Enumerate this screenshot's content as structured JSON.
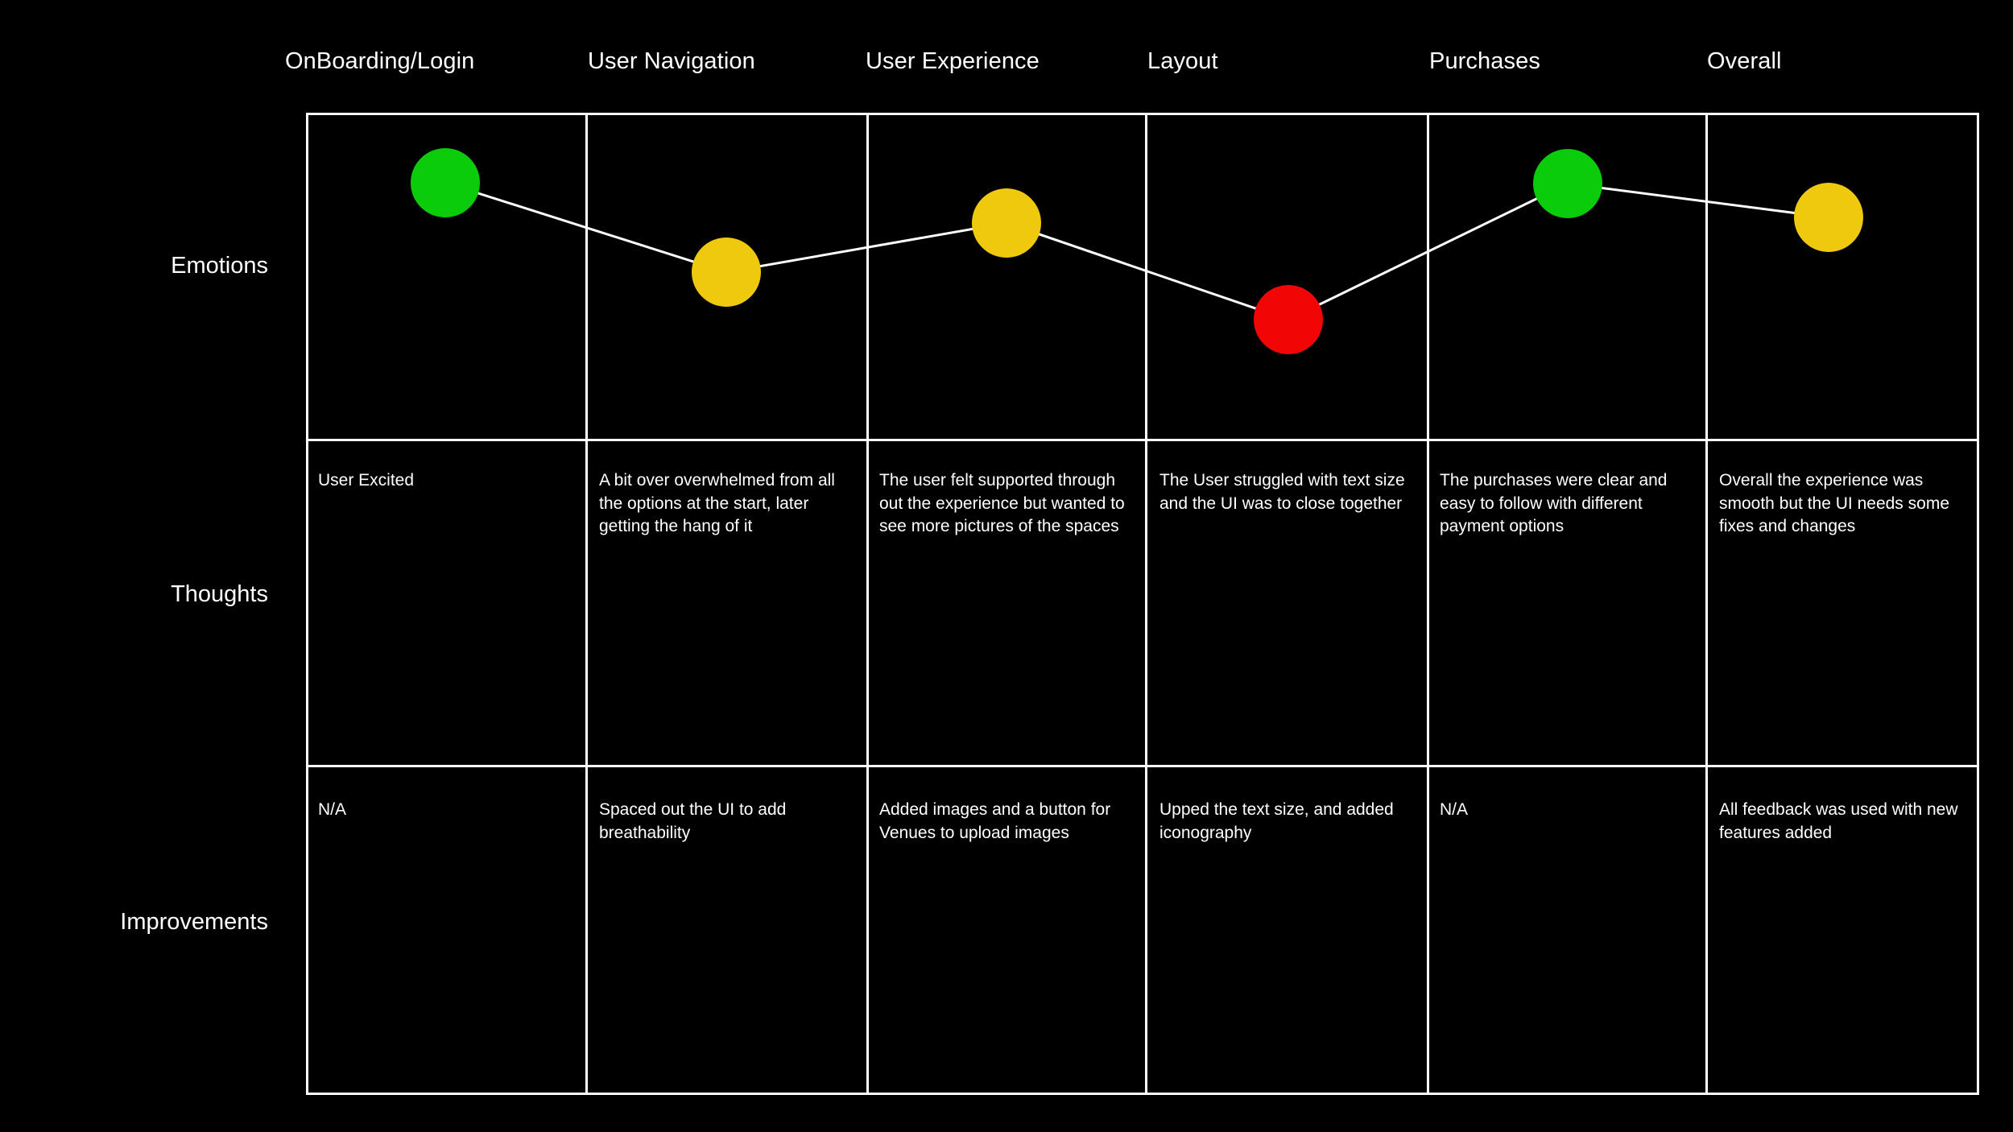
{
  "board": {
    "background_color": "#000000",
    "line_color": "#ffffff",
    "text_color": "#ffffff"
  },
  "columns": [
    {
      "label": "OnBoarding/Login"
    },
    {
      "label": "User Navigation"
    },
    {
      "label": "User Experience"
    },
    {
      "label": "Layout"
    },
    {
      "label": "Purchases"
    },
    {
      "label": "Overall"
    }
  ],
  "rows": [
    {
      "label": "Emotions"
    },
    {
      "label": "Thoughts"
    },
    {
      "label": "Improvements"
    }
  ],
  "emotions": {
    "colors": {
      "green": "#0ACC0A",
      "yellow": "#EFC90E",
      "red": "#F20505",
      "line": "#ffffff"
    },
    "points": [
      {
        "column": "OnBoarding/Login",
        "mood": "green",
        "value": 3
      },
      {
        "column": "User Navigation",
        "mood": "yellow",
        "value": 2
      },
      {
        "column": "User Experience",
        "mood": "yellow",
        "value": 2
      },
      {
        "column": "Layout",
        "mood": "red",
        "value": 1
      },
      {
        "column": "Purchases",
        "mood": "green",
        "value": 3
      },
      {
        "column": "Overall",
        "mood": "yellow",
        "value": 2
      }
    ]
  },
  "thoughts": [
    "User Excited",
    "A bit over overwhelmed from all the options at the start, later getting the hang of it",
    "The user felt supported through out the experience but wanted to see more pictures of the spaces",
    "The User struggled with text size and the UI was to close together",
    "The purchases were clear and easy to follow with different payment options",
    "Overall the experience was smooth but the UI needs some fixes and changes"
  ],
  "improvements": [
    "N/A",
    "Spaced out the UI to add breathability",
    "Added images and a button for Venues to upload images",
    "Upped the text size, and added iconography",
    "N/A",
    "All feedback was used with new features added"
  ],
  "chart_data": {
    "type": "line",
    "title": "",
    "xlabel": "",
    "ylabel": "Emotions",
    "categories": [
      "OnBoarding/Login",
      "User Navigation",
      "User Experience",
      "Layout",
      "Purchases",
      "Overall"
    ],
    "values": [
      3,
      2,
      2,
      1,
      3,
      2
    ],
    "value_labels": [
      "happy",
      "neutral",
      "neutral",
      "unhappy",
      "happy",
      "neutral"
    ],
    "marker_colors": [
      "#0ACC0A",
      "#EFC90E",
      "#EFC90E",
      "#F20505",
      "#0ACC0A",
      "#EFC90E"
    ],
    "ylim": [
      1,
      3
    ],
    "grid": true,
    "legend": "none"
  }
}
